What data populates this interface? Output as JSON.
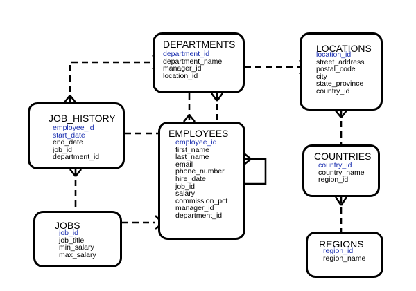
{
  "entities": {
    "departments": {
      "title": "DEPARTMENTS",
      "primary_keys": [
        "department_id"
      ],
      "attributes": [
        "department_name",
        "manager_id",
        "location_id"
      ]
    },
    "locations": {
      "title": "LOCATIONS",
      "primary_keys": [
        "location_id"
      ],
      "attributes": [
        "street_address",
        "postal_code",
        "city",
        "state_province",
        "country_id"
      ]
    },
    "job_history": {
      "title": "JOB_HISTORY",
      "primary_keys": [
        "employee_id",
        "start_date"
      ],
      "attributes": [
        "end_date",
        "job_id",
        "department_id"
      ]
    },
    "employees": {
      "title": "EMPLOYEES",
      "primary_keys": [
        "employee_id"
      ],
      "attributes": [
        "first_name",
        "last_name",
        "email",
        "phone_number",
        "hire_date",
        "job_id",
        "salary",
        "commission_pct",
        "manager_id",
        "department_id"
      ]
    },
    "countries": {
      "title": "COUNTRIES",
      "primary_keys": [
        "country_id"
      ],
      "attributes": [
        "country_name",
        "region_id"
      ]
    },
    "jobs": {
      "title": "JOBS",
      "primary_keys": [
        "job_id"
      ],
      "attributes": [
        "job_title",
        "min_salary",
        "max_salary"
      ]
    },
    "regions": {
      "title": "REGIONS",
      "primary_keys": [
        "region_id"
      ],
      "attributes": [
        "region_name"
      ]
    }
  },
  "colors": {
    "line": "#000000",
    "primary_key": "#1a2fb0",
    "text": "#000000",
    "background": "#ffffff"
  }
}
